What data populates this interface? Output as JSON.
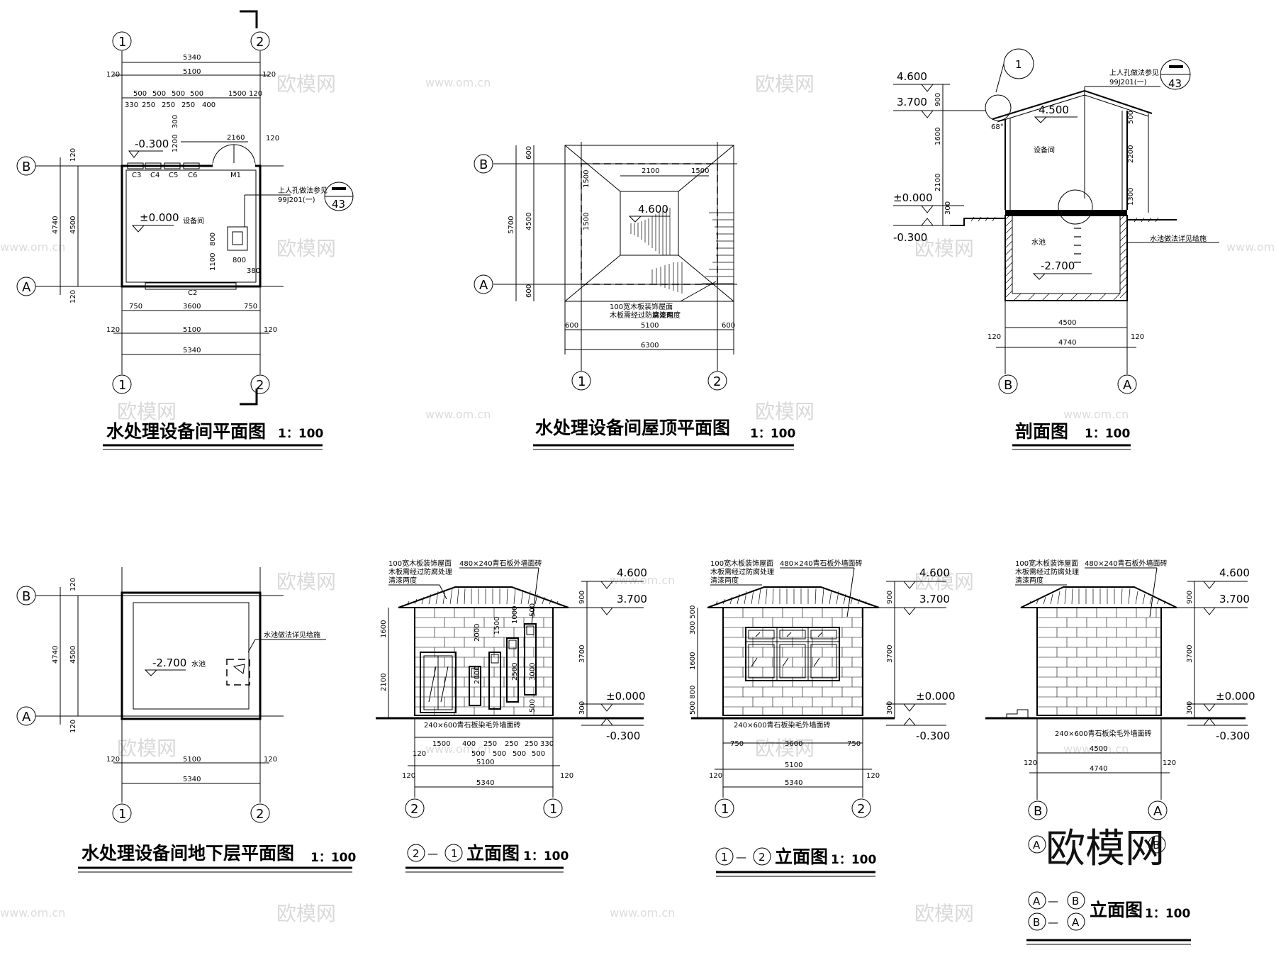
{
  "titles": {
    "t1": "水处理设备间平面图",
    "t2": "水处理设备间屋顶平面图",
    "t3": "剖面图",
    "t4": "水处理设备间地下层平面图",
    "t5_mid": "立面图",
    "t6_mid": "立面图",
    "t7_mid": "立面图"
  },
  "scale": "1：100",
  "elev_pairs": {
    "e1_a": "2",
    "e1_b": "1",
    "e2_a": "1",
    "e2_b": "2",
    "e3_a": "A",
    "e3_b": "B",
    "e3_c": "B",
    "e3_d": "A",
    "dash": "—"
  },
  "axes": {
    "n1": "1",
    "n2": "2",
    "A": "A",
    "B": "B"
  },
  "dims": {
    "d5340": "5340",
    "d5100": "5100",
    "d120": "120",
    "d4740": "4740",
    "d4500": "4500",
    "d330": "330",
    "d250": "250",
    "d500": "500",
    "d400": "400",
    "d1500": "1500",
    "d300": "300",
    "d1200": "1200",
    "d2160": "2160",
    "d750": "750",
    "d3600": "3600",
    "d800": "800",
    "d1100": "1100",
    "d380": "380",
    "d600": "600",
    "d5700": "5700",
    "d6300": "6300",
    "d2100": "2100",
    "d900": "900",
    "d1600": "1600",
    "d2200": "2200",
    "d1300": "1300",
    "d3700": "3700",
    "d1000": "1000",
    "d2000": "2000",
    "d2500": "2500",
    "d3000": "3000",
    "d500_800": "500 800",
    "d300_500": "300 500",
    "d68": "68°"
  },
  "levels": {
    "m0300": "-0.300",
    "pm0": "±0.000",
    "l4600": "4.600",
    "l3700": "3.700",
    "l4500": "4.500",
    "m2700": "-2.700"
  },
  "labels": {
    "room": "设备间",
    "pool": "水池",
    "c3": "C3",
    "c4": "C4",
    "c5": "C5",
    "c6": "C6",
    "m1": "M1",
    "c2": "C2",
    "ladder1": "上人孔做法参见",
    "ladder2": "99J201(一)",
    "idx_num": "43",
    "idx_one": "1",
    "roof1": "100宽木板装饰屋面",
    "roof2": "木板需经过防腐处理",
    "roof3": "清漆两度",
    "stone1": "480×240青石板外墙面砖",
    "stone2": "240×600青石板染毛外墙面砖",
    "pooltxt": "水池做法详见给施"
  },
  "watermark": {
    "cn": "欧模网",
    "url": "www.om.cn",
    "big": "欧模网"
  }
}
